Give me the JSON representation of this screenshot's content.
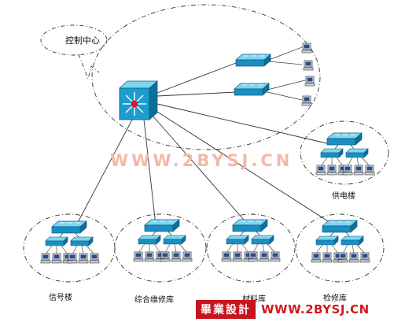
{
  "control_center_label": "控制中心",
  "buildings": {
    "supply": "供电楼",
    "signal": "信号楼",
    "repair": "综合维修库",
    "material": "材料库",
    "maintenance": "检修库"
  },
  "watermark": "WWW.2BYSJ.CN",
  "banner": {
    "brand": "畢業設計",
    "url": "WWW.2BYSJ.CN"
  },
  "colors": {
    "switch_top": "#5fc8e8",
    "switch_body": "#1a8fc2",
    "core_switch": "#1c9ccf",
    "link": "#333333",
    "ellipse": "#333333",
    "watermark": "#f2b9a6",
    "banner_red": "#c8141e"
  }
}
